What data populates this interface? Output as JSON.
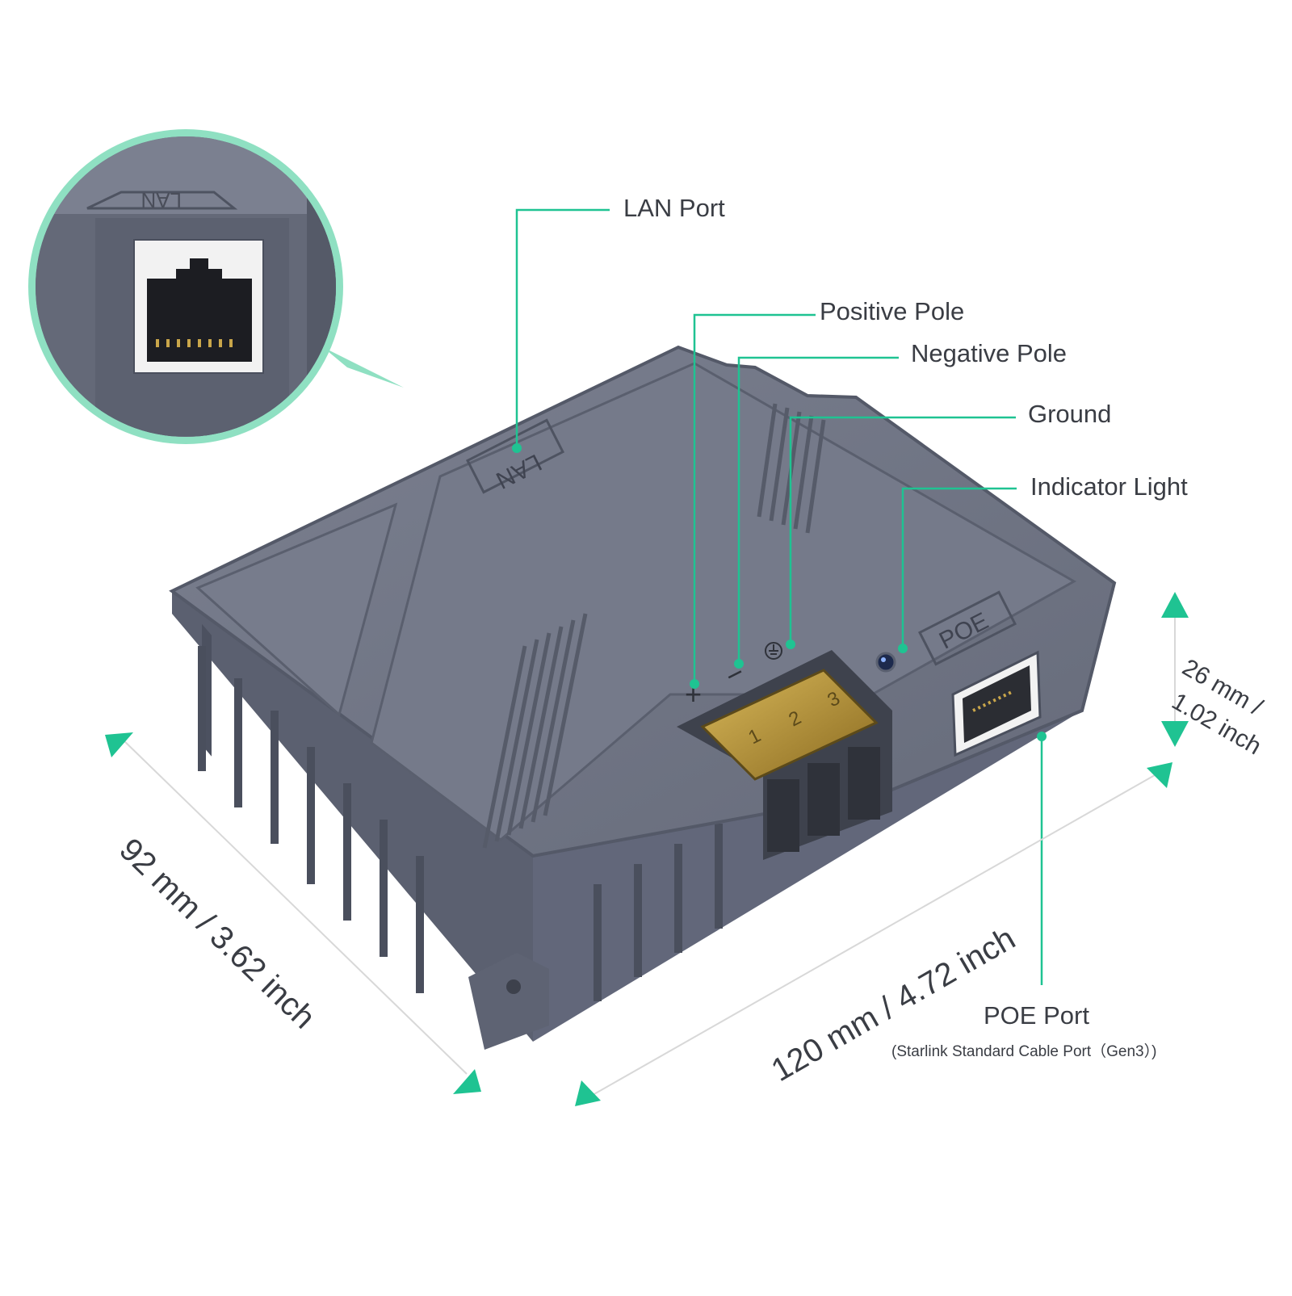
{
  "labels": {
    "lan_port": "LAN Port",
    "positive_pole": "Positive Pole",
    "negative_pole": "Negative Pole",
    "ground": "Ground",
    "indicator_light": "Indicator Light",
    "poe_port": "POE Port",
    "poe_port_note": "(Starlink Standard Cable Port（Gen3）)"
  },
  "device": {
    "lan_marking": "LAN",
    "poe_marking": "POE",
    "plus_symbol": "+",
    "minus_symbol": "−",
    "terminal_numbers": [
      "1",
      "2",
      "3"
    ]
  },
  "dimensions": {
    "depth": "92 mm / 3.62 inch",
    "width": "120 mm / 4.72 inch",
    "height_mm": "26 mm /",
    "height_inch": "1.02 inch"
  },
  "colors": {
    "accent": "#1fc392",
    "callout_ring": "#8fe0c2",
    "body": "#6c7180",
    "body_dark": "#4f5462",
    "text": "#3a3d44"
  }
}
